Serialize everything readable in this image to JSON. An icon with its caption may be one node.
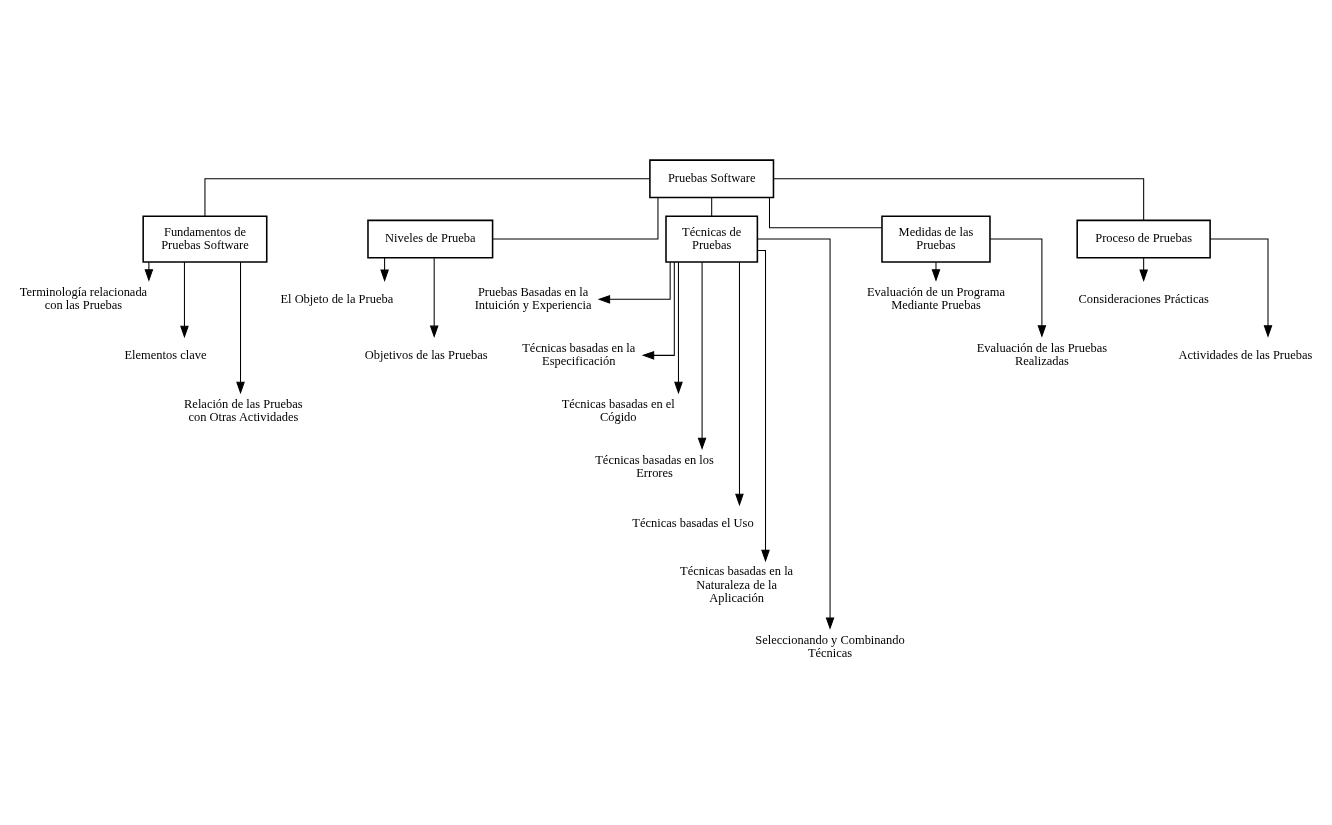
{
  "diagram": {
    "nodes": [
      {
        "text": [
          "Pruebas Software"
        ]
      },
      {
        "text": [
          "Fundamentos de Pruebas Software"
        ]
      },
      {
        "text": [
          "Niveles de Prueba"
        ]
      },
      {
        "text": [
          "Técnicas de Pruebas"
        ]
      },
      {
        "text": [
          "Medidas de las Pruebas"
        ]
      },
      {
        "text": [
          "Proceso de Pruebas"
        ]
      },
      {
        "text": [
          "Terminología relacionada con las Pruebas"
        ]
      },
      {
        "text": [
          "Elementos clave"
        ]
      },
      {
        "text": [
          "Relación de las Pruebas con Otras Actividades"
        ]
      },
      {
        "text": [
          "El Objeto de la Prueba"
        ]
      },
      {
        "text": [
          "Objetivos de las Pruebas"
        ]
      },
      {
        "text": [
          "Pruebas Basadas en la Intuición y Experiencia"
        ]
      },
      {
        "text": [
          "Técnicas basadas en la Especificación"
        ]
      },
      {
        "text": [
          "Técnicas basadas en el Cógido"
        ]
      },
      {
        "text": [
          "Técnicas basadas en los Errores"
        ]
      },
      {
        "text": [
          "Técnicas basadas el Uso"
        ]
      },
      {
        "text": [
          "Técnicas basadas en la Naturaleza de la Aplicación"
        ]
      },
      {
        "text": [
          "Seleccionando y Combinando Técnicas"
        ]
      },
      {
        "text": [
          "Evaluación de un Programa Mediante Pruebas"
        ]
      },
      {
        "text": [
          "Evaluación de las Pruebas Realizadas"
        ]
      },
      {
        "text": [
          "Consideraciones Prácticas"
        ]
      },
      {
        "text": [
          "Actividades de las Pruebas"
        ]
      }
    ],
    "edges": [
      {
        "from": 0,
        "to": 1,
        "arrow": "none"
      },
      {
        "from": 0,
        "to": 2,
        "arrow": "none"
      },
      {
        "from": 0,
        "to": 3,
        "arrow": "none"
      },
      {
        "from": 0,
        "to": 4,
        "arrow": "none"
      },
      {
        "from": 0,
        "to": 5,
        "arrow": "none"
      },
      {
        "from": 1,
        "to": 6,
        "arrow": "to"
      },
      {
        "from": 1,
        "to": 7,
        "arrow": "to"
      },
      {
        "from": 1,
        "to": 8,
        "arrow": "to"
      },
      {
        "from": 2,
        "to": 9,
        "arrow": "to"
      },
      {
        "from": 2,
        "to": 10,
        "arrow": "to"
      },
      {
        "from": 3,
        "to": 11,
        "arrow": "to"
      },
      {
        "from": 3,
        "to": 12,
        "arrow": "to"
      },
      {
        "from": 3,
        "to": 13,
        "arrow": "to"
      },
      {
        "from": 3,
        "to": 14,
        "arrow": "to"
      },
      {
        "from": 3,
        "to": 15,
        "arrow": "to"
      },
      {
        "from": 3,
        "to": 16,
        "arrow": "to"
      },
      {
        "from": 3,
        "to": 17,
        "arrow": "to"
      },
      {
        "from": 4,
        "to": 18,
        "arrow": "to"
      },
      {
        "from": 4,
        "to": 19,
        "arrow": "to"
      },
      {
        "from": 5,
        "to": 20,
        "arrow": "to"
      },
      {
        "from": 5,
        "to": 21,
        "arrow": "to"
      }
    ]
  }
}
